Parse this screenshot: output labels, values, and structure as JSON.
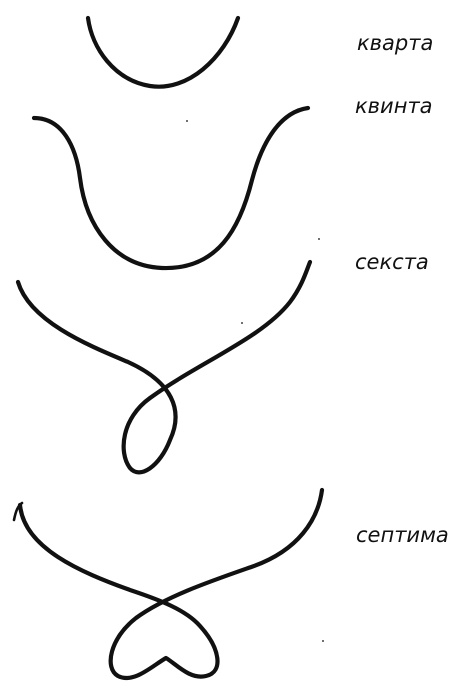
{
  "interval_gestures": [
    {
      "label": "кварта"
    },
    {
      "label": "квинта"
    },
    {
      "label": "секста"
    },
    {
      "label": "септима"
    }
  ]
}
